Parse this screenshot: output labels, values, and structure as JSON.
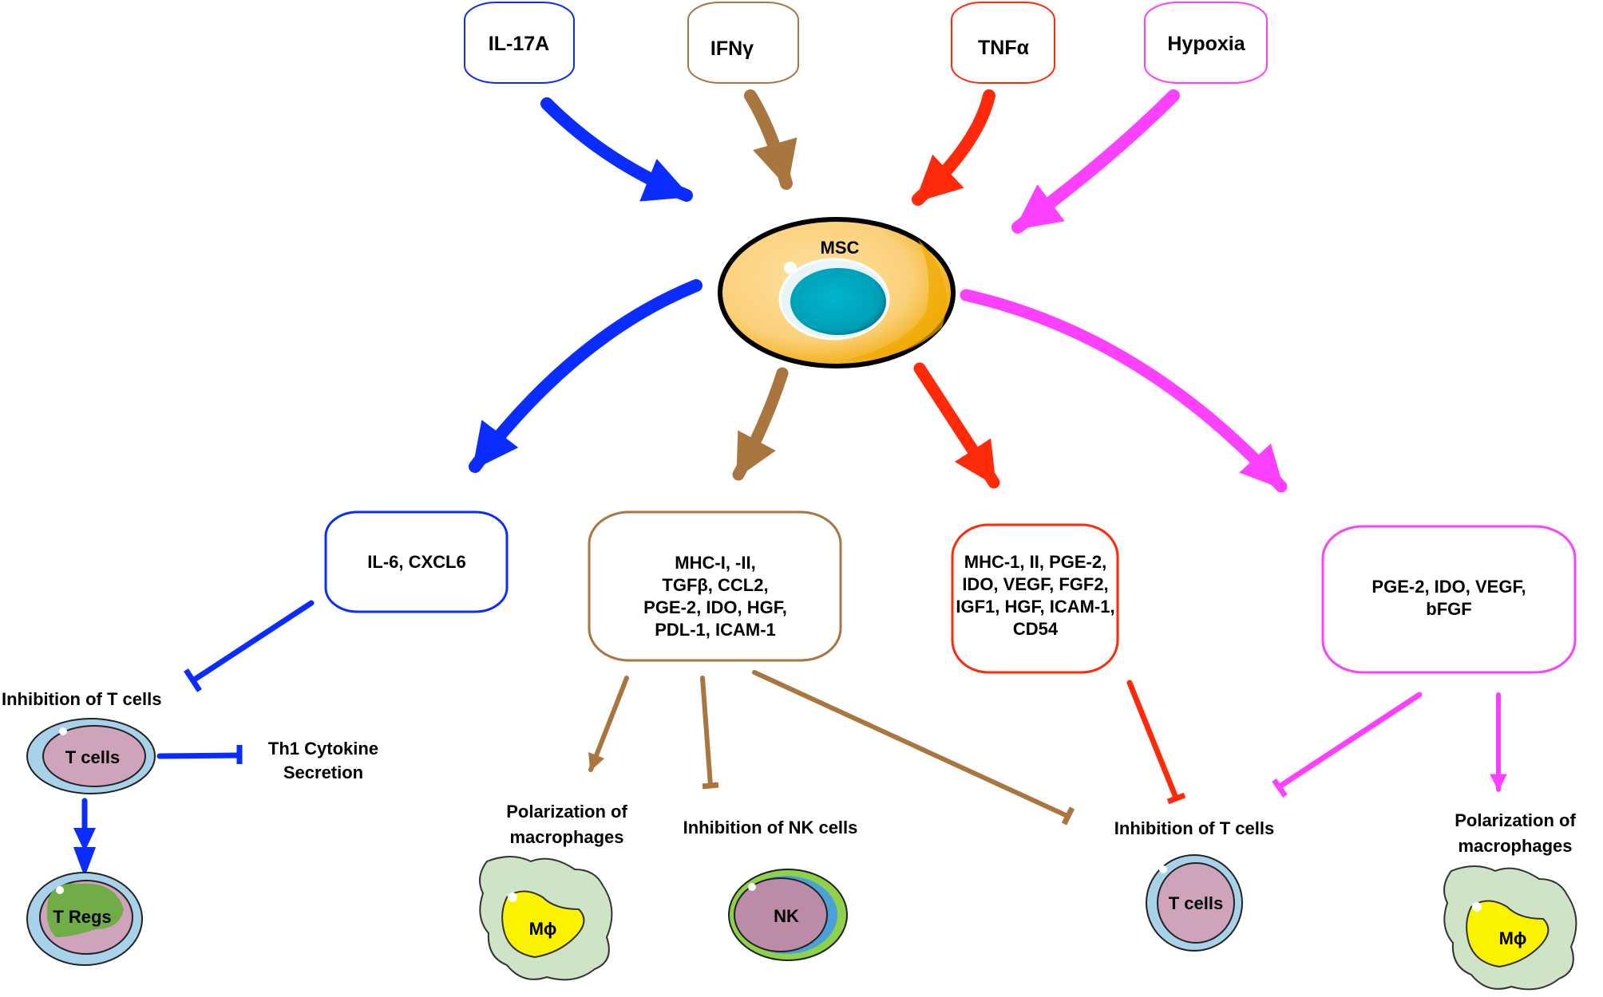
{
  "colors": {
    "blue": "#0a2cff",
    "brown": "#a8763e",
    "red": "#ff2a0a",
    "pink": "#fb40ff",
    "msc_body": "#fbd07a",
    "msc_dark": "#efa900",
    "msc_nucleus": "#00a9c2",
    "tcell_outer": "#a8d2ea",
    "tcell_inner": "#cfa3bb",
    "treg_green": "#70ad47",
    "macrophage_body": "#cfe3c6",
    "macrophage_nucleus": "#fbf200",
    "nk_outer": "#8fd14a",
    "nk_inner": "#bb8ba8"
  },
  "stimuli": [
    {
      "id": "il17a",
      "label": "IL-17A",
      "color": "blue"
    },
    {
      "id": "ifng",
      "label": "IFNγ",
      "color": "brown"
    },
    {
      "id": "tnfa",
      "label": "TNFα",
      "color": "red"
    },
    {
      "id": "hypoxia",
      "label": "Hypoxia",
      "color": "pink"
    }
  ],
  "center_cell": {
    "label": "MSC"
  },
  "secreted_factors": [
    {
      "id": "blue",
      "lines": [
        "IL-6, CXCL6"
      ],
      "color": "blue"
    },
    {
      "id": "brown",
      "lines": [
        "MHC-I, -II,",
        "TGFβ, CCL2,",
        "PGE-2, IDO, HGF,",
        "PDL-1, ICAM-1"
      ],
      "color": "brown"
    },
    {
      "id": "red",
      "lines": [
        "MHC-1, II, PGE-2,",
        "IDO,  VEGF, FGF2,",
        "IGF1, HGF, ICAM-1,",
        "CD54"
      ],
      "color": "red"
    },
    {
      "id": "pink",
      "lines": [
        "PGE-2, IDO,  VEGF,",
        "bFGF"
      ],
      "color": "pink"
    }
  ],
  "outcomes": {
    "left_inhibition_t": "Inhibition of T cells",
    "left_tcell": "T cells",
    "th1_line1": "Th1 Cytokine",
    "th1_line2": "Secretion",
    "tregs": "T Regs",
    "brown_polarization_line1": "Polarization of",
    "brown_polarization_line2": "macrophages",
    "macrophage_label": "Mϕ",
    "nk_inhibition": "Inhibition of NK cells",
    "nk_label": "NK",
    "right_inhibition_t": "Inhibition of T cells",
    "right_tcell": "T cells",
    "pink_polarization_line1": "Polarization of",
    "pink_polarization_line2": "macrophages",
    "macrophage2_label": "Mϕ"
  }
}
